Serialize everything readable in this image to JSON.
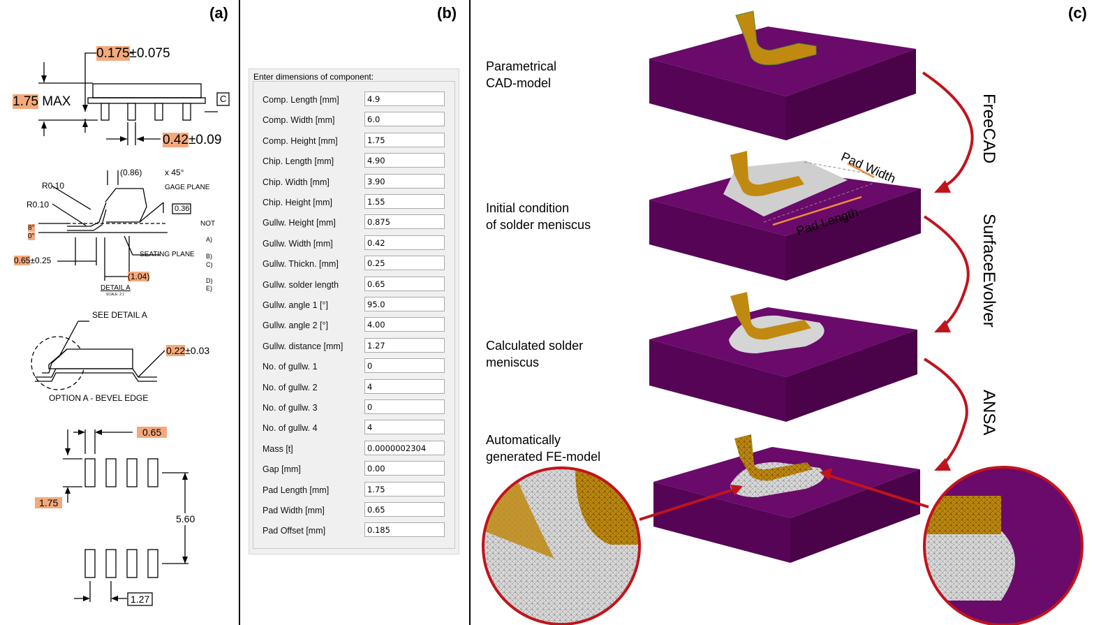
{
  "panels": {
    "a": {
      "label": "(a)"
    },
    "b": {
      "label": "(b)"
    },
    "c": {
      "label": "(c)"
    }
  },
  "drawing": {
    "dim_top_hl": "0.175",
    "dim_top_tol": "±0.075",
    "height_hl": "1.75",
    "height_suffix": "MAX",
    "ref_c": "C",
    "lead_w_hl": "0.42",
    "lead_w_tol": "±0.09",
    "chamfer": "(0.86)",
    "chamfer_angle": "x 45°",
    "r1": "R0.10",
    "r2": "R0.10",
    "gage_plane": "GAGE PLANE",
    "gage_val": "0.36",
    "angle_hi": "8°",
    "angle_lo": "0°",
    "not_label": "NOT",
    "note_a": "A)",
    "note_b": "B)",
    "note_c": "C)",
    "note_d": "D)",
    "note_e": "E)",
    "seating_plane": "SEATING PLANE",
    "foot_hl": "0.65",
    "foot_tol": "±0.25",
    "foot_len_hl": "(1.04)",
    "detail_a": "DETAIL A",
    "scale": "SCALE: 2:1",
    "see_detail": "SEE DETAIL A",
    "thick_hl": "0.22",
    "thick_tol": "±0.03",
    "option_a": "OPTION A - BEVEL EDGE",
    "pad_pitch_hl": "0.65",
    "pad_len_hl": "1.75",
    "pad_span": "5.60",
    "pad_pitch2": "1.27"
  },
  "dialog": {
    "title": "Enter dimensions of component:",
    "fields": [
      {
        "label": "Comp. Length [mm]",
        "value": "4.9"
      },
      {
        "label": "Comp. Width [mm]",
        "value": "6.0"
      },
      {
        "label": "Comp. Height [mm]",
        "value": "1.75"
      },
      {
        "label": "Chip. Length [mm]",
        "value": "4.90"
      },
      {
        "label": "Chip. Width [mm]",
        "value": "3.90"
      },
      {
        "label": "Chip. Height [mm]",
        "value": "1.55"
      },
      {
        "label": "Gullw. Height [mm]",
        "value": "0.875"
      },
      {
        "label": "Gullw. Width [mm]",
        "value": "0.42"
      },
      {
        "label": "Gullw. Thickn. [mm]",
        "value": "0.25"
      },
      {
        "label": "Gullw. solder length",
        "value": "0.65"
      },
      {
        "label": "Gullw. angle 1 [°]",
        "value": "95.0"
      },
      {
        "label": "Gullw. angle 2 [°]",
        "value": "4.00"
      },
      {
        "label": "Gullw. distance [mm]",
        "value": "1.27"
      },
      {
        "label": "No. of gullw. 1",
        "value": "0"
      },
      {
        "label": "No. of gullw. 2",
        "value": "4"
      },
      {
        "label": "No. of gullw. 3",
        "value": "0"
      },
      {
        "label": "No. of gullw. 4",
        "value": "4"
      },
      {
        "label": "Mass [t]",
        "value": "0.0000002304"
      },
      {
        "label": "Gap [mm]",
        "value": "0.00"
      },
      {
        "label": "Pad Length [mm]",
        "value": "1.75"
      },
      {
        "label": "Pad Width [mm]",
        "value": "0.65"
      },
      {
        "label": "Pad Offset [mm]",
        "value": "0.185"
      }
    ]
  },
  "workflow": {
    "step1": [
      "Parametrical",
      "CAD-model"
    ],
    "step2": [
      "Initial condition",
      "of solder meniscus"
    ],
    "step3": [
      "Calculated solder",
      "meniscus"
    ],
    "step4": [
      "Automatically",
      "generated FE-model"
    ],
    "tool1": "FreeCAD",
    "tool2": "SurfaceEvolver",
    "tool3": "ANSA",
    "pad_width": "Pad Width",
    "pad_length": "Pad Length"
  },
  "colors": {
    "board": "#6a0a6a",
    "board_side": "#560556",
    "board_front": "#4a0348",
    "lead": "#c08a10",
    "solder": "#d0d0d0",
    "arrow": "#c0141c",
    "highlight": "#f4a97c",
    "dimension_arrow": "#f08a3c"
  }
}
